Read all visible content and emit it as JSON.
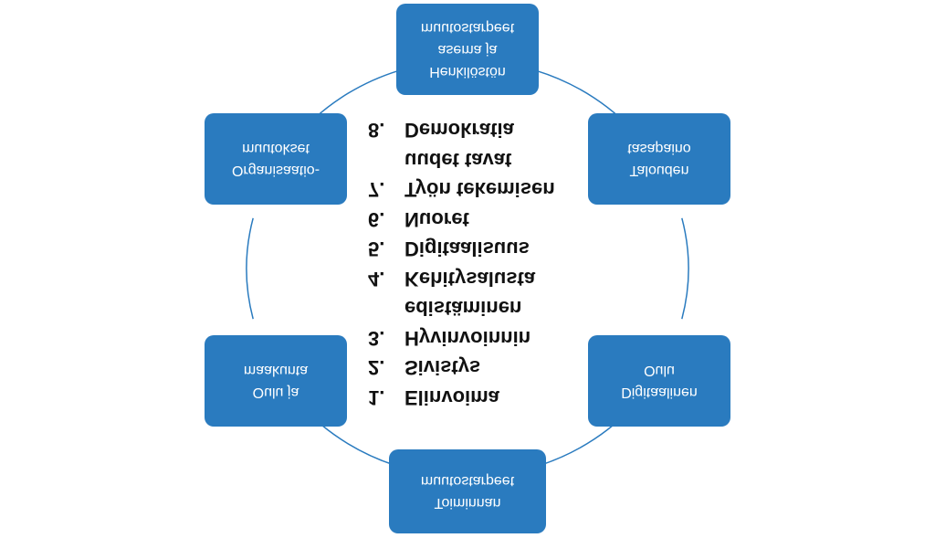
{
  "colors": {
    "node_fill": "#2a7bbf",
    "node_text": "#ffffff",
    "connector": "#2a7bbf",
    "list_text": "#111111"
  },
  "nodes": {
    "top": {
      "lines": [
        "Toiminnan",
        "muutostarpeet"
      ]
    },
    "upper_right": {
      "lines": [
        "Digitaalinen",
        "Oulu"
      ]
    },
    "lower_right": {
      "lines": [
        "Talouden",
        "tasapaino"
      ]
    },
    "bottom": {
      "lines": [
        "Henkilöstön",
        "asema ja",
        "muutostarpeet"
      ]
    },
    "lower_left": {
      "lines": [
        "Organisaatio-",
        "muutokset"
      ]
    },
    "upper_left": {
      "lines": [
        "Oulu ja",
        "maakunta"
      ]
    }
  },
  "list": [
    {
      "num": "1.",
      "lines": [
        "Elinvoima"
      ]
    },
    {
      "num": "2.",
      "lines": [
        "Sivistys"
      ]
    },
    {
      "num": "3.",
      "lines": [
        "Hyvinvoinnin",
        "edistäminen"
      ]
    },
    {
      "num": "4.",
      "lines": [
        "Kehitysalusta"
      ]
    },
    {
      "num": "5.",
      "lines": [
        "Digitaalisuus"
      ]
    },
    {
      "num": "6.",
      "lines": [
        "Nuoret"
      ]
    },
    {
      "num": "7.",
      "lines": [
        "Työn tekemisen",
        "uudet tavat"
      ]
    },
    {
      "num": "8.",
      "lines": [
        "Demokratia"
      ]
    }
  ]
}
